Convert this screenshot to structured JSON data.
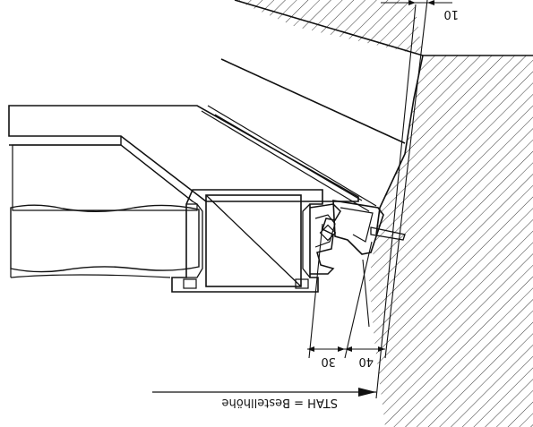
{
  "drawing": {
    "dimensions": {
      "top": "10",
      "left": "30",
      "right": "40"
    },
    "legend": "STAH = Bestellhöhe"
  },
  "colors": {
    "line": "#111111",
    "hatch": "#222222",
    "background": "#ffffff"
  }
}
